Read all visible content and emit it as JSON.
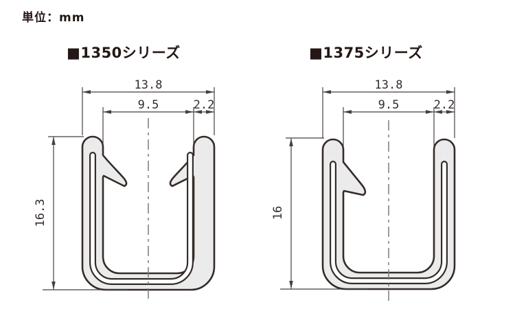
{
  "unit_label": "単位：mm",
  "diagrams": [
    {
      "title": "■1350シリーズ",
      "dims": {
        "total_width": "13.8",
        "inner_width": "9.5",
        "leg_thickness": "2.2",
        "height": "16.3"
      }
    },
    {
      "title": "■1375シリーズ",
      "dims": {
        "total_width": "13.8",
        "inner_width": "9.5",
        "leg_thickness": "2.2",
        "height": "16"
      }
    }
  ],
  "colors": {
    "profile_outline": "#352c29",
    "profile_fill": "#ebebeb",
    "slot_fill": "#ffffff",
    "dimension_lines": "#45403c",
    "centerline": "#7a7a7a",
    "text": "#231815",
    "background": "#ffffff"
  }
}
